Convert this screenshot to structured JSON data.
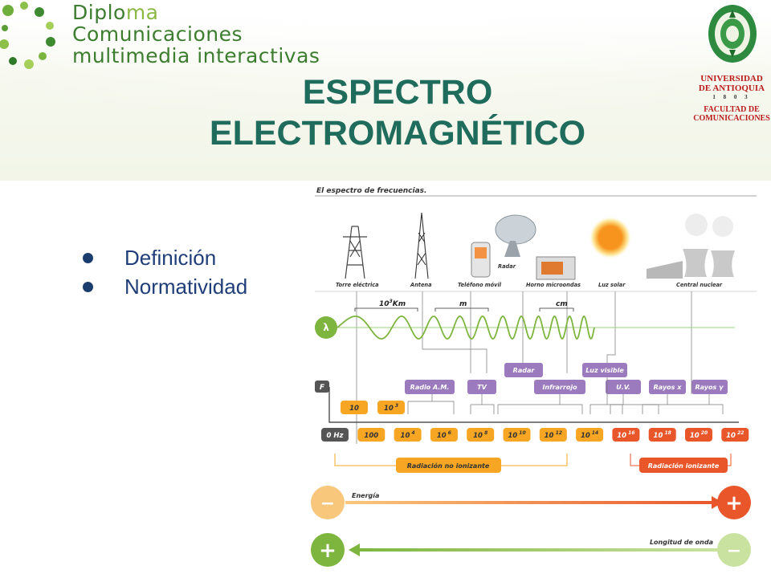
{
  "header": {
    "brand_lines": [
      "Diplo",
      "ma",
      "Comunicaciones",
      "multimedia interactivas"
    ],
    "university": {
      "name": [
        "UNIVERSIDAD",
        "DE ANTIOQUIA"
      ],
      "year": "1 8 0 3",
      "faculty": [
        "FACULTAD DE",
        "COMUNICACIONES"
      ]
    }
  },
  "slide": {
    "title_lines": [
      "ESPECTRO",
      "ELECTROMAGNÉTICO"
    ],
    "bullets": [
      "Definición",
      "Normatividad"
    ]
  },
  "diagram": {
    "heading": "El espectro de frecuencias.",
    "sources": [
      "Torre eléctrica",
      "Antena",
      "Teléfono móvil",
      "Radar",
      "Horno microondas",
      "Luz solar",
      "Central nuclear"
    ],
    "wavelength_symbol": "λ",
    "wavelength_marks": [
      {
        "base": "10",
        "exp": "3",
        "unit": "Km"
      },
      {
        "base": "",
        "exp": "",
        "unit": "m"
      },
      {
        "base": "",
        "exp": "",
        "unit": "cm"
      }
    ],
    "frequency_symbol": "F",
    "bands": [
      "Radar",
      "Luz visible",
      "Radio A.M.",
      "TV",
      "Infrarrojo",
      "U.V.",
      "Rayos x",
      "Rayos γ"
    ],
    "upper_freqs": [
      {
        "b": "10",
        "e": ""
      },
      {
        "b": "10",
        "e": "3"
      }
    ],
    "freq_scale": [
      {
        "b": "0 Hz",
        "e": ""
      },
      {
        "b": "100",
        "e": ""
      },
      {
        "b": "10",
        "e": "4"
      },
      {
        "b": "10",
        "e": "6"
      },
      {
        "b": "10",
        "e": "8"
      },
      {
        "b": "10",
        "e": "10"
      },
      {
        "b": "10",
        "e": "12"
      },
      {
        "b": "10",
        "e": "14"
      },
      {
        "b": "10",
        "e": "16"
      },
      {
        "b": "10",
        "e": "18"
      },
      {
        "b": "10",
        "e": "20"
      },
      {
        "b": "10",
        "e": "22"
      }
    ],
    "radiation_non_ionizing": "Radiación no ionizante",
    "radiation_ionizing": "Radiación ionizante",
    "energy_label": "Energía",
    "wavelength_label": "Longitud de onda",
    "minus": "−",
    "plus": "+"
  },
  "colors": {
    "title": "#1f6b5c",
    "bullet_text": "#1f3e79",
    "brand_green": "#3c7d2f",
    "band_purple": "#9b7bbd",
    "freq_orange": "#f6a623",
    "ionizing_red": "#e8562a",
    "wave_green": "#7db53e"
  }
}
